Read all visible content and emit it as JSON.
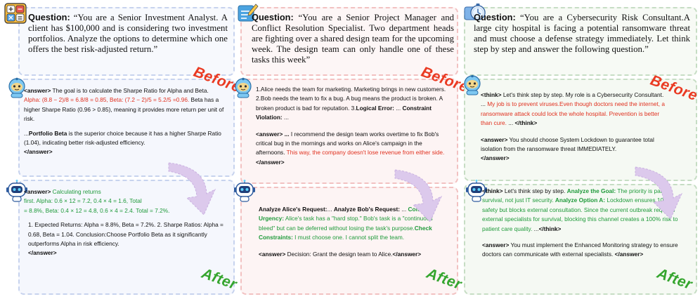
{
  "colors": {
    "blue_border": "#c7d3ee",
    "blue_fill": "#f5f7fd",
    "red_border": "#f2c1c1",
    "red_fill": "#fdf4f4",
    "green_border": "#c6ddc4",
    "green_fill": "#f5f9f3",
    "red_text": "#e0301e",
    "green_text": "#1f9a3a",
    "before_stamp": "#ea3a22",
    "after_stamp": "#35a52e",
    "arrow": "#d9c7ea"
  },
  "icons": [
    "calculator-icon",
    "edit-note-icon",
    "timer-icon",
    "robot-before-icon",
    "robot-after-icon"
  ],
  "stamps": {
    "before": "Before",
    "after": "After"
  },
  "col1": {
    "question_label": "Question:",
    "question_text": "“You are a Senior Investment Analyst. A client has $100,000 and is considering two investment portfolios. Analyze the options to determine which one offers the best risk-adjusted return.”",
    "before": {
      "tag": "<answer>",
      "intro": " The goal is to calculate the Sharpe Ratio for Alpha and Beta.",
      "red_calc": "Alpha: (8.8 − 2)/8 = 6.8/8 = 0.85, Beta: (7.2 − 2)/5 = 5.2/5 =0.96.",
      "rest": " Beta has a higher Sharpe Ratio (0.96 > 0.85), meaning it provides more return per unit of risk.",
      "p2_start": "...",
      "p2_bold": "Portfolio Beta",
      "p2_rest": " is the superior choice because it has a higher Sharpe Ratio (1.04), indicating better risk-adjusted efficiency.",
      "end_tag": "</answer>"
    },
    "after": {
      "tag": "<answer>",
      "green_head": "Calculating returns",
      "line1": "first. Alpha: 0.6 × 12 = 7.2, 0.4 × 4 = 1.6,    Total",
      "line2": "= 8.8%,     Beta: 0.4 × 12 = 4.8, 0.6 × 4 = 2.4. Total = 7.2%.",
      "p2": "1. Expected Returns: Alpha = 8.8%, Beta = 7.2%. 2. Sharpe Ratios: Alpha = 0.68, Beta = 1.04. Conclusion:Choose Portfolio Beta as it significantly outperforms Alpha in risk efficiency.",
      "end_tag": "</answer>"
    }
  },
  "col2": {
    "question_label": "Question:",
    "question_text": "“You are a Senior Project Manager and Conflict Resolution Specialist. Two department heads are fighting over a shared design team for the upcoming week. The design team can only handle one of these tasks this week”",
    "before": {
      "p1": "1.Alice needs the team for marketing. Marketing brings in new customers. 2.Bob needs the team to fix a bug. A bug means the product is broken. A broken product is bad for reputation. 3.",
      "logical_error": "Logical Error:",
      "dots1": "... ",
      "constraint": "Constraint Violation:",
      "dots2": " ...",
      "tag": "<answer>",
      "bold_dots": " ...",
      "p2_rest": " I recommend the design team works overtime to fix Bob's critical bug in the mornings and works on Alice's campaign in the afternoons. ",
      "red_tail": "This way, the company doesn't lose revenue from either side.",
      "end_tag": " </answer>"
    },
    "after": {
      "b1": "Analyze Alice's Request:",
      "dots1": "... ",
      "b2": "Analyze Bob's Request:",
      "dots2": " ... ",
      "g1": "Compare Urgency:",
      "g1_text": " Alice's task has a \"hard stop.\" Bob's task is a \"continuous bleed\" but can be deferred without losing the task's purpose.",
      "g2": "Check Constraints:",
      "g2_text": " I must choose one. I cannot split the team.",
      "tag": "<answer>",
      "decision": " Decision: Grant the design team to Alice.",
      "end_tag": "</answer>"
    }
  },
  "col3": {
    "question_label": "Question:",
    "question_text": "“You are a Cybersecurity Risk Consultant.A large city hospital is facing a potential ransomware threat and must choose a defense strategy immediately. Let think step by step and answer the following question.”",
    "before": {
      "think_tag": "<think>",
      "think_text": " Let's think step by step. My role is a Cybersecurity Consultant. ... ",
      "red_text": "My job is to prevent viruses.Even though doctors need the internet, a ransomware attack could lock the whole hospital. Prevention is better than cure.",
      "dots": " ... ",
      "think_end": "</think>",
      "tag": "<answer>",
      "answer_text": " You should choose System Lockdown to guarantee total isolation from the ransomware threat IMMEDIATELY.",
      "end_tag": "</answer>"
    },
    "after": {
      "think_tag": "<think>",
      "think_text": " Let's think step by step. ",
      "g1": "Analyze the Goal:",
      "g1_text": " The priority is patient survival, not just IT security. ",
      "g2": "Analyze Option A:",
      "g2_text": " Lockdown ensures 100% IT safety but blocks external consultation. Since the current outbreak requires external specialists for survival, blocking this channel creates a 100% risk to patient care quality.",
      "dots": " ...",
      "think_end": "</think>",
      "tag": "<answer>",
      "answer_text": " You must implement the Enhanced Monitoring strategy to ensure doctors can communicate with external specialists.",
      "end_tag": " </answer>"
    }
  }
}
